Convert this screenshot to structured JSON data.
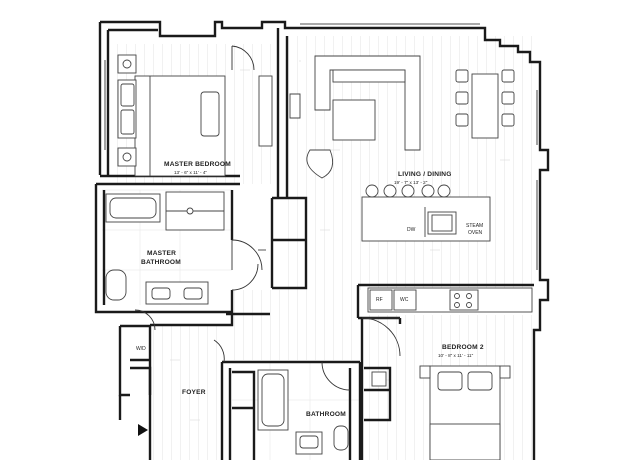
{
  "rooms": {
    "master_bedroom": {
      "name": "MASTER BEDROOM",
      "dims": "13' - 6\" x 11' - 4\""
    },
    "living_dining": {
      "name": "LIVING / DINING",
      "dims": "19' - 7\" x 13' - 2\""
    },
    "master_bathroom": {
      "name_line1": "MASTER",
      "name_line2": "BATHROOM"
    },
    "bedroom2": {
      "name": "BEDROOM 2",
      "dims": "10' - 8\" x 11' - 11\""
    },
    "foyer": {
      "name": "FOYER"
    },
    "bathroom": {
      "name": "BATHROOM"
    }
  },
  "appliances": {
    "dw": "DW",
    "steam_oven_line1": "STEAM",
    "steam_oven_line2": "OVEN",
    "rf": "RF",
    "wc": "WC",
    "wd": "W/D"
  },
  "colors": {
    "wall": "#1a1a1a",
    "floor_line": "#c9c9c9",
    "fixture": "#444444"
  }
}
